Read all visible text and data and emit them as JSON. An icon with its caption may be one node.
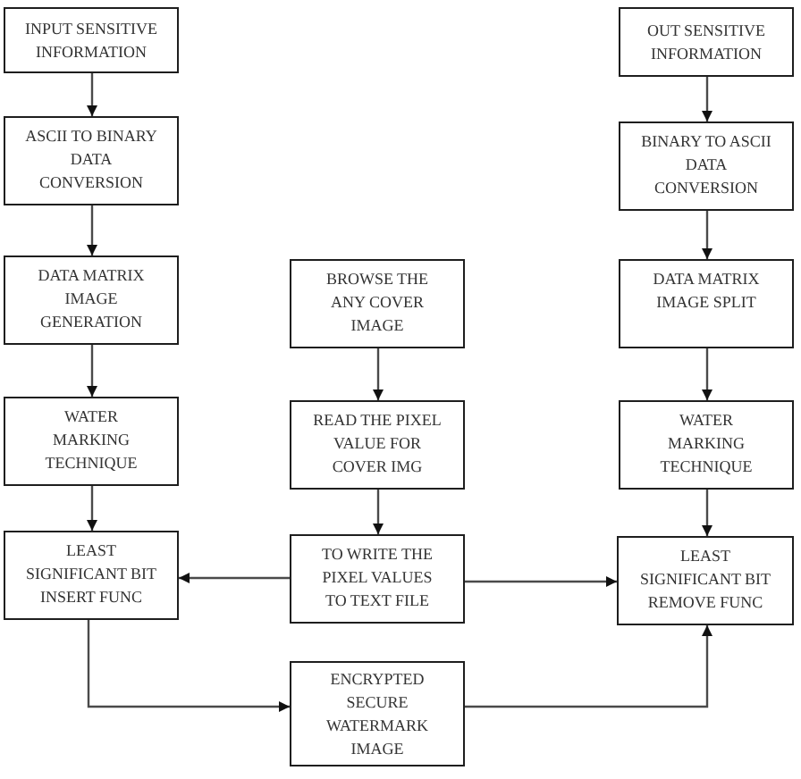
{
  "diagram": {
    "nodes": [
      {
        "text": [
          "INPUT SENSITIVE INFORMATION"
        ]
      },
      {
        "text": [
          "ASCII TO BINARY DATA CONVERSION"
        ]
      },
      {
        "text": [
          "DATA MATRIX IMAGE GENERATION"
        ]
      },
      {
        "text": [
          "WATER MARKING TECHNIQUE"
        ]
      },
      {
        "text": [
          "LEAST SIGNIFICANT BIT INSERT FUNC"
        ]
      },
      {
        "text": [
          "BROWSE THE ANY COVER IMAGE"
        ]
      },
      {
        "text": [
          "READ THE PIXEL VALUE FOR COVER IMG"
        ]
      },
      {
        "text": [
          "TO WRITE THE PIXEL VALUES TO TEXT FILE"
        ]
      },
      {
        "text": [
          "ENCRYPTED SECURE WATERMARK IMAGE"
        ]
      },
      {
        "text": [
          "OUT SENSITIVE INFORMATION"
        ]
      },
      {
        "text": [
          "BINARY TO ASCII DATA CONVERSION"
        ]
      },
      {
        "text": [
          "DATA MATRIX IMAGE SPLIT"
        ]
      },
      {
        "text": [
          "WATER MARKING TECHNIQUE"
        ]
      },
      {
        "text": [
          "LEAST SIGNIFICANT BIT REMOVE FUNC"
        ]
      }
    ],
    "edges": [
      {
        "from": 0,
        "to": 1,
        "arrow": "to"
      },
      {
        "from": 1,
        "to": 2,
        "arrow": "to"
      },
      {
        "from": 2,
        "to": 3,
        "arrow": "to"
      },
      {
        "from": 3,
        "to": 4,
        "arrow": "to"
      },
      {
        "from": 5,
        "to": 6,
        "arrow": "to"
      },
      {
        "from": 6,
        "to": 7,
        "arrow": "to"
      },
      {
        "from": 7,
        "to": 4,
        "arrow": "to"
      },
      {
        "from": 7,
        "to": 13,
        "arrow": "to"
      },
      {
        "from": 4,
        "to": 8,
        "arrow": "to"
      },
      {
        "from": 8,
        "to": 13,
        "arrow": "to"
      },
      {
        "from": 9,
        "to": 10,
        "arrow": "to"
      },
      {
        "from": 10,
        "to": 11,
        "arrow": "to"
      },
      {
        "from": 11,
        "to": 12,
        "arrow": "to"
      },
      {
        "from": 12,
        "to": 13,
        "arrow": "to"
      }
    ]
  }
}
